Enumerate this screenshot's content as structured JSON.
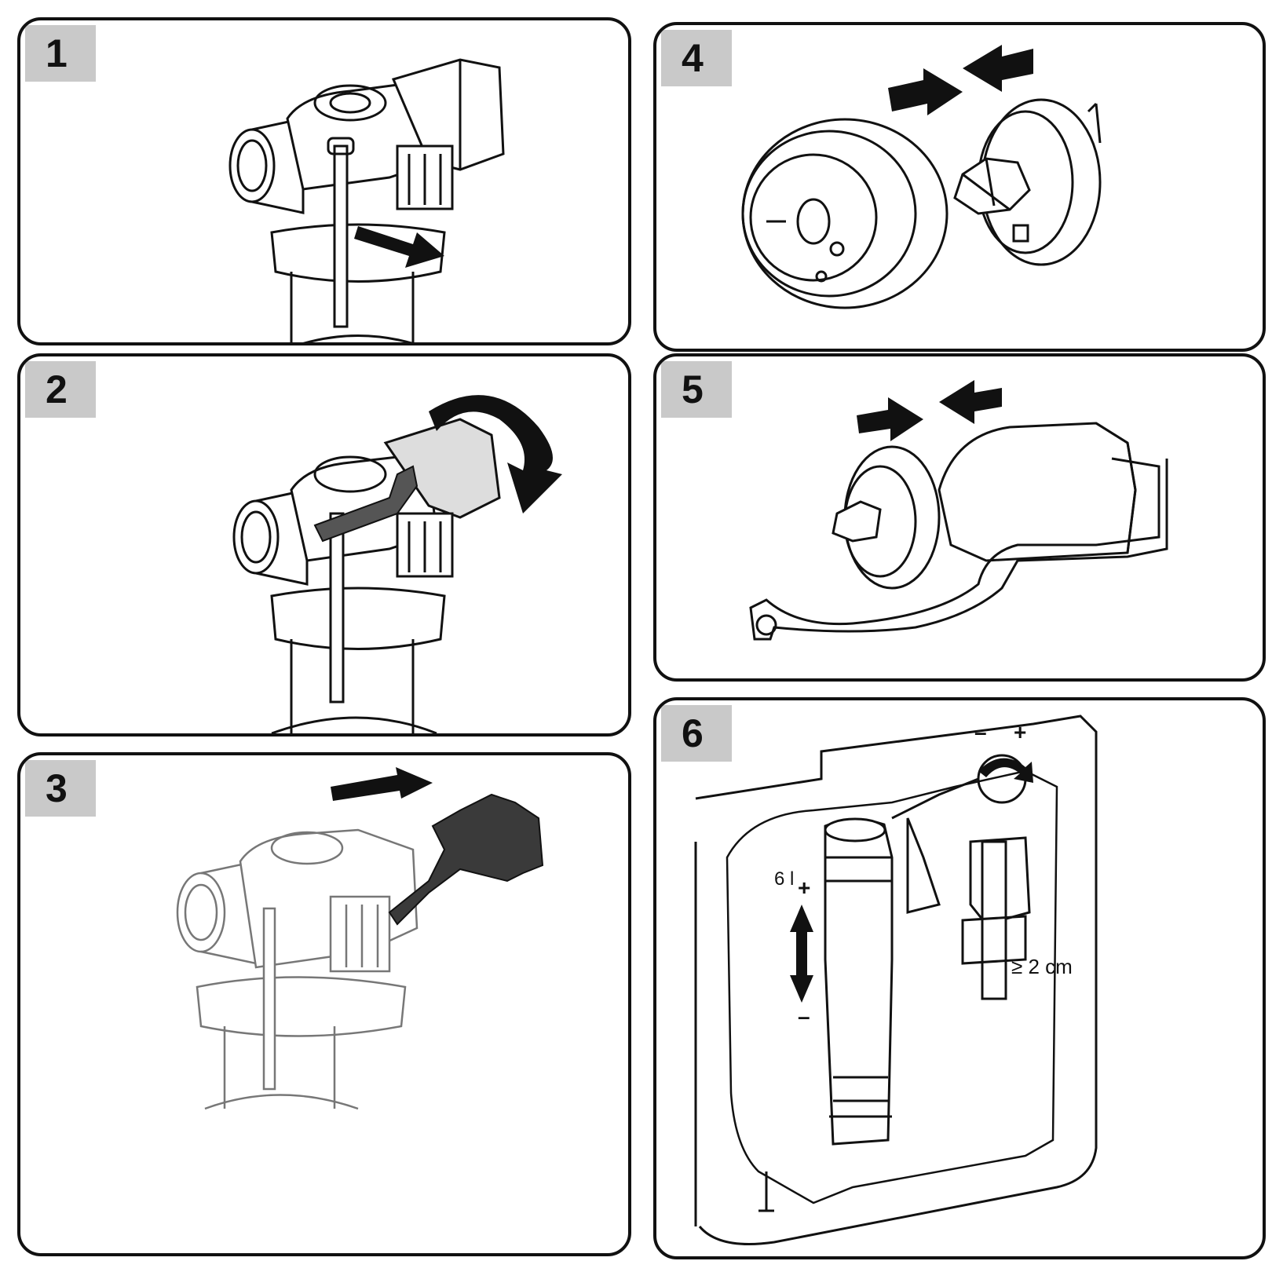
{
  "panels": [
    {
      "step": "1"
    },
    {
      "step": "2"
    },
    {
      "step": "3"
    },
    {
      "step": "4"
    },
    {
      "step": "5"
    },
    {
      "step": "6"
    }
  ],
  "panel6_labels": {
    "minus_top": "–",
    "plus_top": "+",
    "volume": "6 l",
    "plus_left": "+",
    "minus_left": "–",
    "distance": "≥ 2 cm"
  },
  "colors": {
    "ink": "#111111",
    "step_tag_bg": "#c9c9c9",
    "arrow": "#111111",
    "part_dark": "#3a3a3a"
  }
}
